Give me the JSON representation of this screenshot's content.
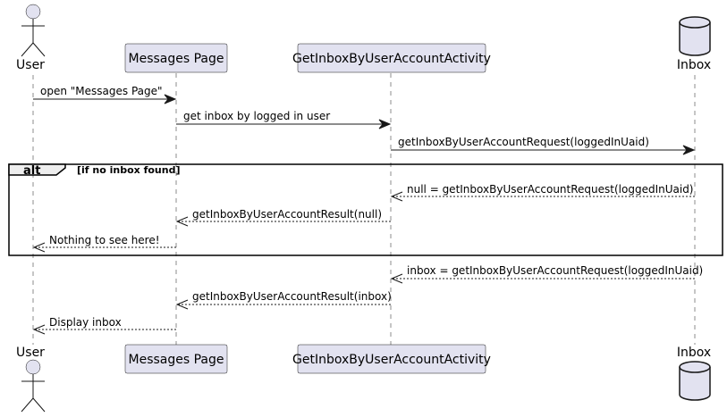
{
  "participants": {
    "user": {
      "label": "User",
      "kind": "actor"
    },
    "messages_page": {
      "label": "Messages Page",
      "kind": "participant"
    },
    "activity": {
      "label": "GetInboxByUserAccountActivity",
      "kind": "participant"
    },
    "inbox": {
      "label": "Inbox",
      "kind": "database"
    }
  },
  "messages": [
    {
      "label": "open \"Messages Page\"",
      "style": "solid"
    },
    {
      "label": "get inbox by logged in user",
      "style": "solid"
    },
    {
      "label": "getInboxByUserAccountRequest(loggedInUaid)",
      "style": "solid"
    },
    {
      "label": "null = getInboxByUserAccountRequest(loggedInUaid)",
      "style": "dashed"
    },
    {
      "label": "getInboxByUserAccountResult(null)",
      "style": "dashed"
    },
    {
      "label": "Nothing to see here!",
      "style": "dashed"
    },
    {
      "label": "inbox = getInboxByUserAccountRequest(loggedInUaid)",
      "style": "dashed"
    },
    {
      "label": "getInboxByUserAccountResult(inbox)",
      "style": "dashed"
    },
    {
      "label": "Display inbox",
      "style": "dashed"
    }
  ],
  "alt_fragment": {
    "keyword": "alt",
    "guard": "[if no inbox found]"
  },
  "colors": {
    "participant_fill": "#E2E2F0",
    "line": "#181818",
    "frame_tab": "#EEEEEE"
  }
}
